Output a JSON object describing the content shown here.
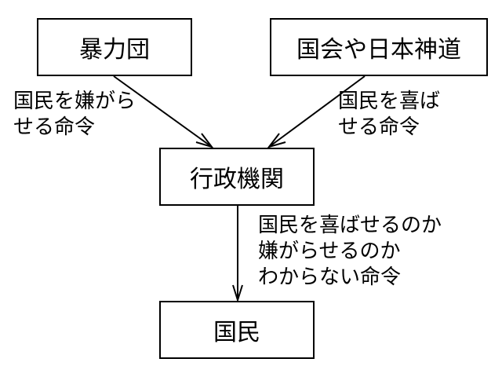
{
  "nodes": {
    "boryokudan": "暴力団",
    "kokkai": "国会や日本神道",
    "gyosei": "行政機関",
    "kokumin": "国民"
  },
  "edge_labels": {
    "boryokudan_to_gyosei": [
      "国民を嫌がら",
      "せる命令"
    ],
    "kokkai_to_gyosei": [
      "国民を喜ば",
      "せる命令"
    ],
    "gyosei_to_kokumin": [
      "国民を喜ばせるのか",
      "嫌がらせるのか",
      "わからない命令"
    ]
  },
  "colors": {
    "stroke": "#000000",
    "background": "#ffffff"
  }
}
